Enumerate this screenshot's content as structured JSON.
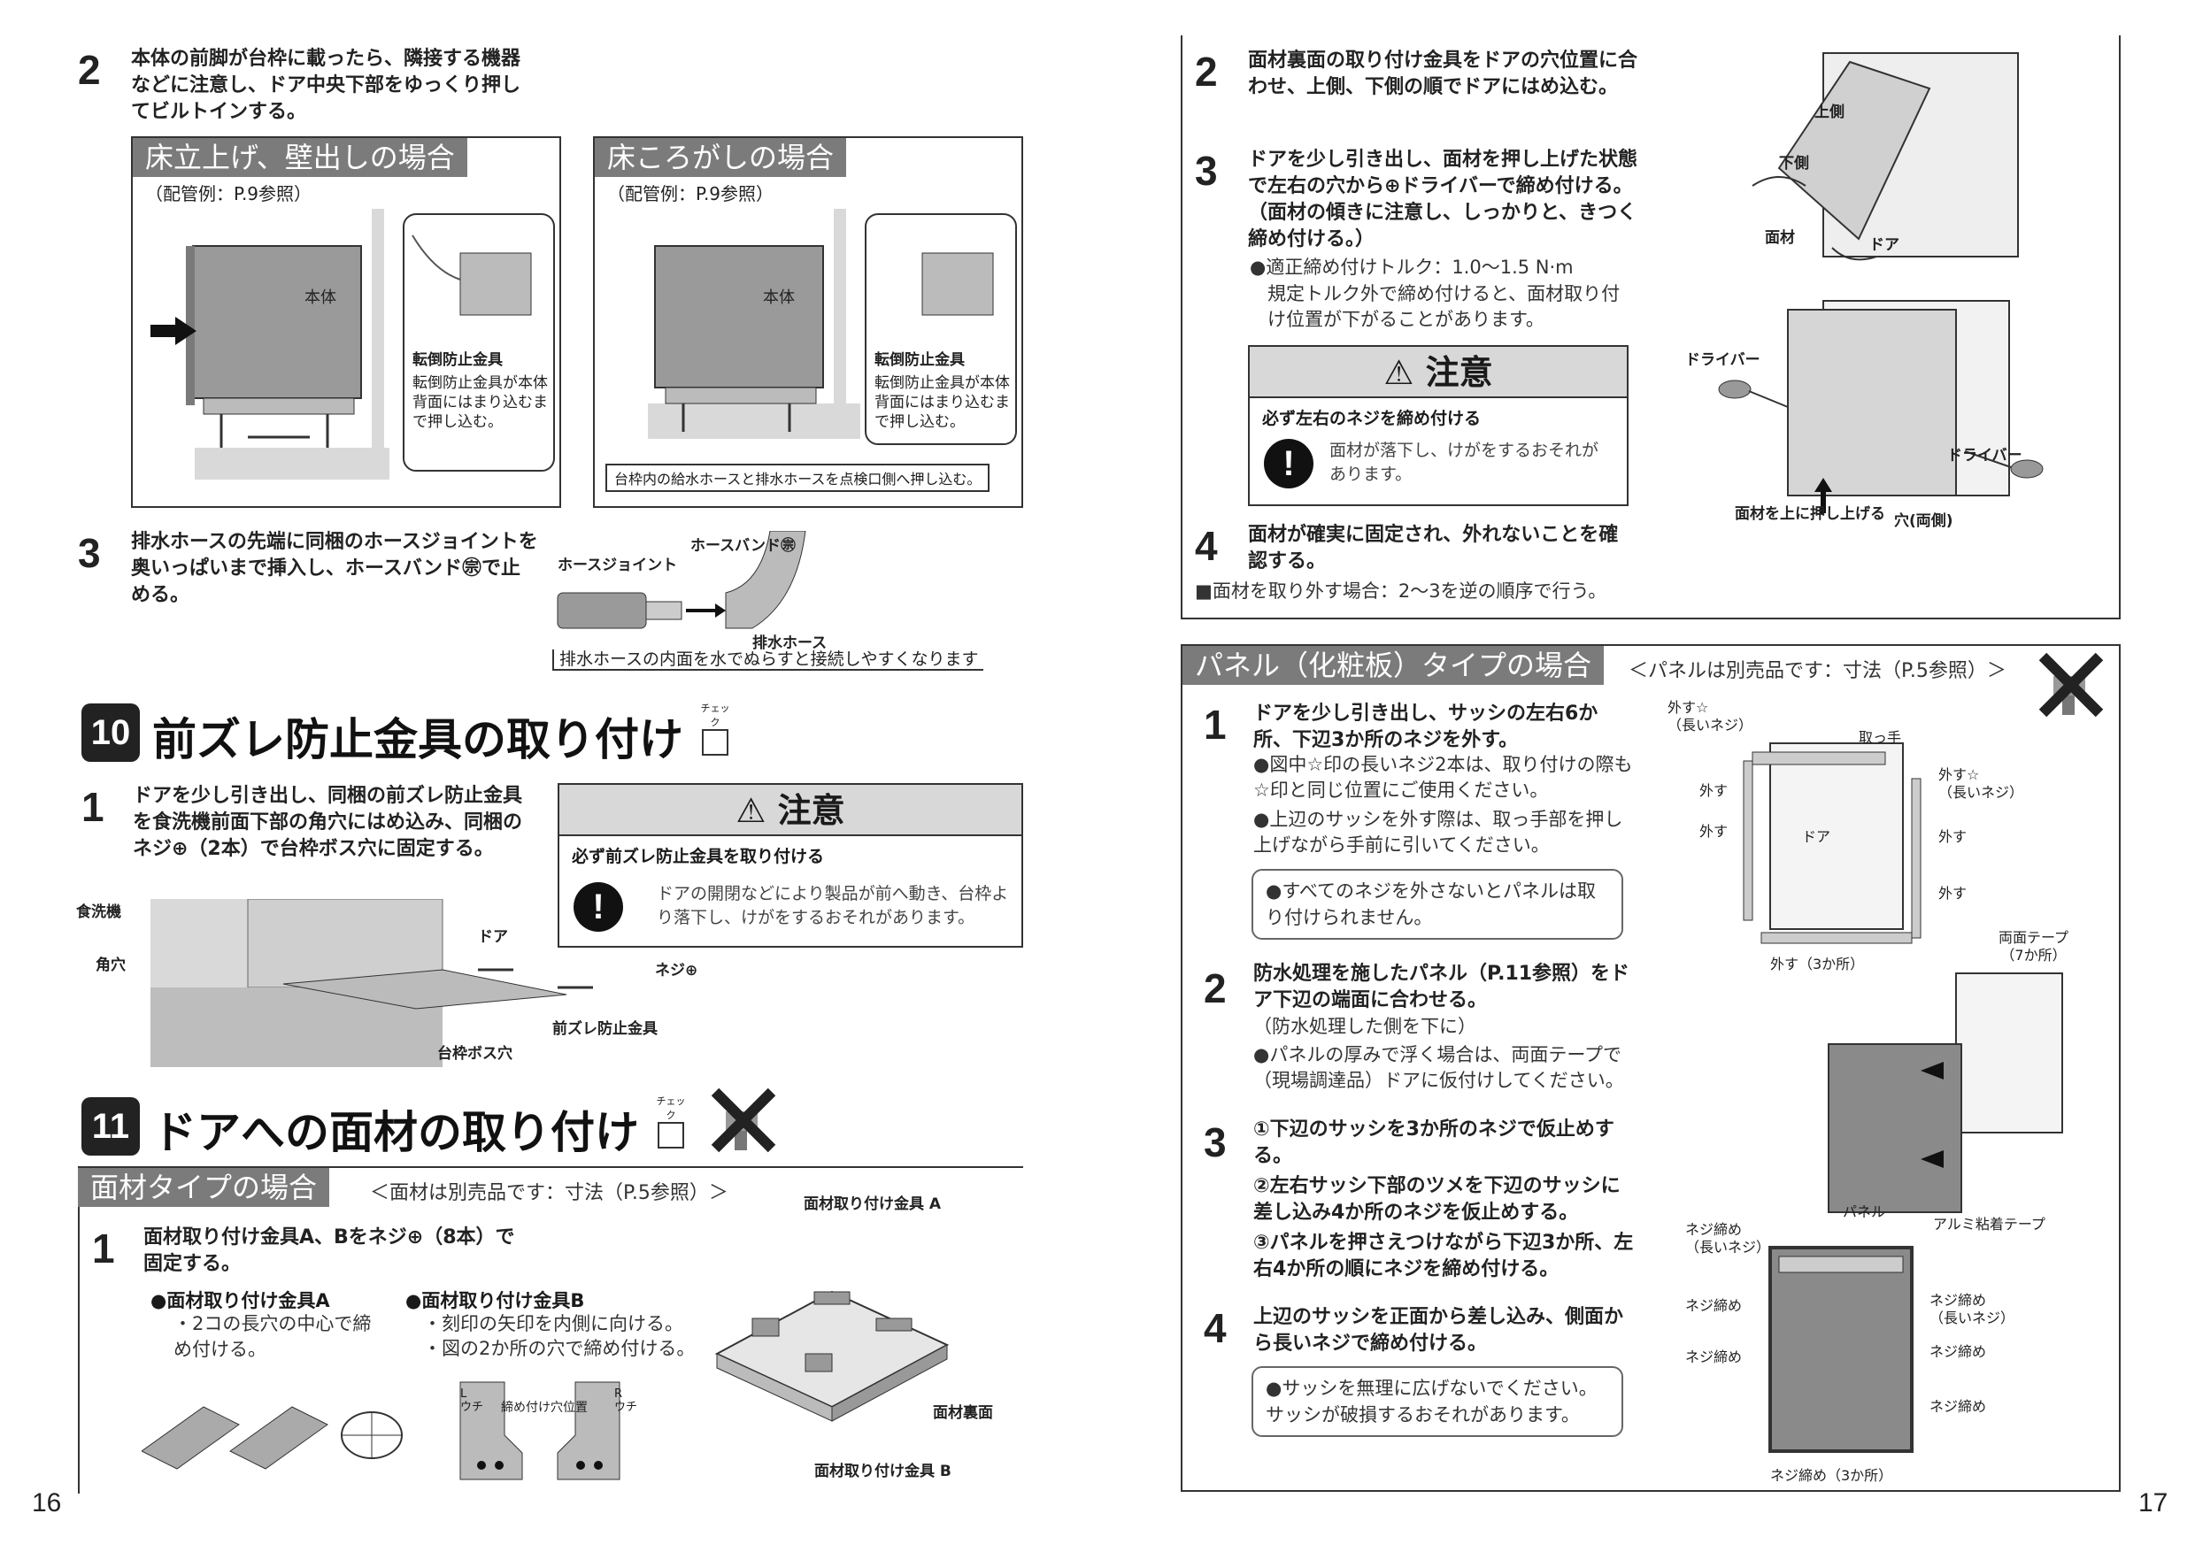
{
  "left": {
    "step2": {
      "num": "2",
      "text": "本体の前脚が台枠に載ったら、隣接する機器などに注意し、ドア中央下部をゆっくり押してビルトインする。"
    },
    "case_a": {
      "title": "床立上げ、壁出しの場合",
      "ref": "（配管例：P.9参照）",
      "body_label": "本体",
      "bracket_label": "転倒防止金具",
      "bracket_note": "転倒防止金具が本体背面にはまり込むまで押し込む。"
    },
    "case_b": {
      "title": "床ころがしの場合",
      "ref": "（配管例：P.9参照）",
      "body_label": "本体",
      "bracket_label": "転倒防止金具",
      "bracket_note": "転倒防止金具が本体背面にはまり込むまで押し込む。",
      "hose_note": "台枠内の給水ホースと排水ホースを点検口側へ押し込む。"
    },
    "step3": {
      "num": "3",
      "text": "排水ホースの先端に同梱のホースジョイントを奥いっぱいまで挿入し、ホースバンド㊪で止める。",
      "joint": "ホースジョイント",
      "band": "ホースバンド㊪",
      "hose": "排水ホース",
      "tip": "排水ホースの内面を水でぬらすと接続しやすくなります"
    },
    "sec10": {
      "num": "10",
      "title": "前ズレ防止金具の取り付け",
      "check": "チェック"
    },
    "sec10_step1": {
      "num": "1",
      "text": "ドアを少し引き出し、同梱の前ズレ防止金具を食洗機前面下部の角穴にはめ込み、同梱のネジ⊕（2本）で台枠ボス穴に固定する。"
    },
    "caution1": {
      "head": "注意",
      "sub": "必ず前ズレ防止金具を取り付ける",
      "body": "ドアの開閉などにより製品が前へ動き、台枠より落下し、けがをするおそれがあります。"
    },
    "fig10": {
      "dishwasher": "食洗機",
      "square_hole": "角穴",
      "door": "ドア",
      "screw": "ネジ⊕",
      "bracket": "前ズレ防止金具",
      "boss": "台枠ボス穴"
    },
    "sec11": {
      "num": "11",
      "title": "ドアへの面材の取り付け",
      "check": "チェック"
    },
    "panel_type": {
      "bar": "面材タイプの場合",
      "note": "＜面材は別売品です：寸法（P.5参照）＞"
    },
    "sec11_step1": {
      "num": "1",
      "text": "面材取り付け金具A、Bをネジ⊕（8本）で固定する。",
      "a_title": "●面材取り付け金具A",
      "a_note": "・2コの長穴の中心で締め付ける。",
      "b_title": "●面材取り付け金具B",
      "b_note1": "・刻印の矢印を内側に向ける。",
      "b_note2": "・図の2か所の穴で締め付ける。",
      "pos_label": "締め付け穴位置",
      "L_mark": "L\nウチ",
      "R_mark": "R\nウチ",
      "fig_a": "面材取り付け金具 A",
      "fig_back": "面材裏面",
      "fig_b": "面材取り付け金具 B"
    },
    "page": "16"
  },
  "right": {
    "step2": {
      "num": "2",
      "text": "面材裏面の取り付け金具をドアの穴位置に合わせ、上側、下側の順でドアにはめ込む。"
    },
    "step3": {
      "num": "3",
      "text": "ドアを少し引き出し、面材を押し上げた状態で左右の穴から⊕ドライバーで締め付ける。（面材の傾きに注意し、しっかりと、きつく締め付ける。）",
      "torque": "●適正締め付けトルク：1.0〜1.5 N·m",
      "torque_note": "規定トルク外で締め付けると、面材取り付け位置が下がることがあります。"
    },
    "caution2": {
      "head": "注意",
      "sub": "必ず左右のネジを締め付ける",
      "body": "面材が落下し、けがをするおそれがあります。"
    },
    "step4": {
      "num": "4",
      "text": "面材が確実に固定され、外れないことを確認する。",
      "remove": "■面材を取り外す場合：2〜3を逆の順序で行う。"
    },
    "fig_top": {
      "upper": "上側",
      "lower": "下側",
      "panel": "面材",
      "door": "ドア",
      "driver1": "ドライバー",
      "driver2": "ドライバー",
      "push": "面材を上に押し上げる",
      "hole": "穴(両側)"
    },
    "panel2": {
      "bar": "パネル（化粧板）タイプの場合",
      "note": "＜パネルは別売品です：寸法（P.5参照）＞"
    },
    "p_step1": {
      "num": "1",
      "text": "ドアを少し引き出し、サッシの左右6か所、下辺3か所のネジを外す。",
      "b1": "●図中☆印の長いネジ2本は、取り付けの際も☆印と同じ位置にご使用ください。",
      "b2": "●上辺のサッシを外す際は、取っ手部を押し上げながら手前に引いてください。",
      "box": "●すべてのネジを外さないとパネルは取り付けられません。"
    },
    "p_step2": {
      "num": "2",
      "text": "防水処理を施したパネル（P.11参照）をドア下辺の端面に合わせる。",
      "text2": "（防水処理した側を下に）",
      "b1": "●パネルの厚みで浮く場合は、両面テープで（現場調達品）ドアに仮付けしてください。"
    },
    "p_step3": {
      "num": "3",
      "t1": "①下辺のサッシを3か所のネジで仮止めする。",
      "t2": "②左右サッシ下部のツメを下辺のサッシに差し込み4か所のネジを仮止めする。",
      "t3": "③パネルを押さえつけながら下辺3か所、左右4か所の順にネジを締め付ける。"
    },
    "p_step4": {
      "num": "4",
      "text": "上辺のサッシを正面から差し込み、側面から長いネジで締め付ける。",
      "box": "●サッシを無理に広げないでください。サッシが破損するおそれがあります。"
    },
    "fig_p": {
      "remove_star_l": "外す☆\n（長いネジ）",
      "handle": "取っ手",
      "remove_star_r": "外す☆\n（長いネジ）",
      "remove": "外す",
      "door": "ドア",
      "remove_bottom": "外す（3か所）",
      "tape": "両面テープ\n（7か所）",
      "panel": "パネル",
      "alu_tape": "アルミ粘着テープ",
      "tighten_long_l": "ネジ締め\n（長いネジ）",
      "tighten": "ネジ締め",
      "tighten_long_r": "ネジ締め\n（長いネジ）",
      "tighten_bottom": "ネジ締め（3か所）"
    },
    "page": "17"
  }
}
